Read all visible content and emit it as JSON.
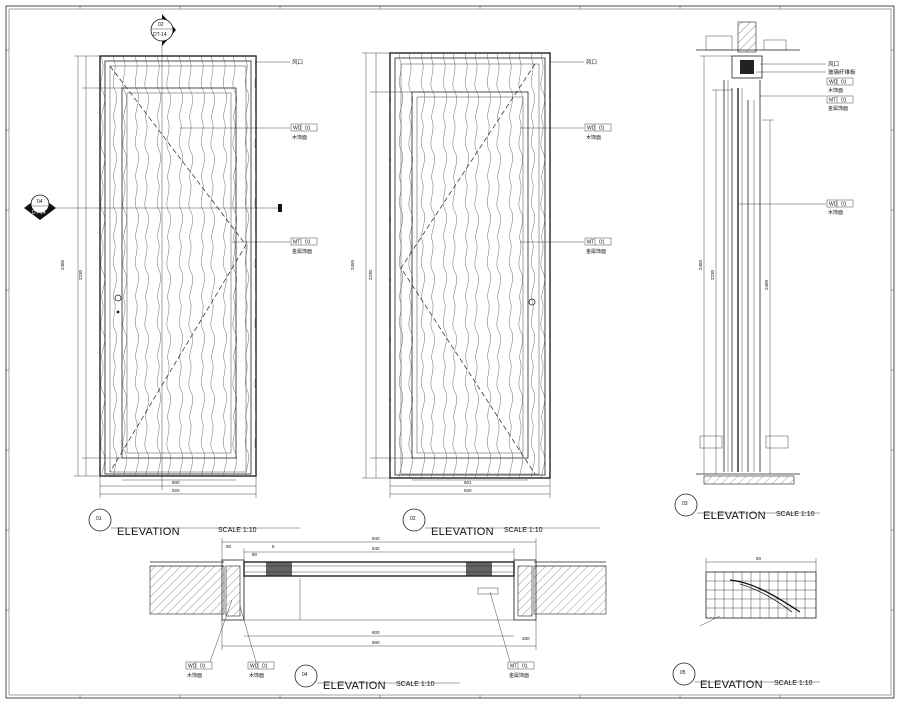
{
  "views": [
    {
      "number": "01",
      "title": "ELEVATION",
      "scale": "SCALE  1:10"
    },
    {
      "number": "02",
      "title": "ELEVATION",
      "scale": "SCALE  1:10"
    },
    {
      "number": "03",
      "title": "ELEVATION",
      "scale": "SCALE  1:10"
    },
    {
      "number": "04",
      "title": "ELEVATION",
      "scale": "SCALE  1:10"
    },
    {
      "number": "05",
      "title": "ELEVATION",
      "scale": "SCALE  1:10"
    }
  ],
  "callouts": {
    "top": {
      "num": "02",
      "ref": "DT-14"
    },
    "left": {
      "num": "04",
      "ref": "DT-14"
    }
  },
  "tags": {
    "wd": {
      "code": "WD",
      "num": "01",
      "label": "木饰面"
    },
    "mt": {
      "code": "MT",
      "num": "01",
      "label": "金属饰面"
    },
    "vent": "风口",
    "panel": "玻璃纤维板"
  },
  "dims": {
    "d01_height": "2400",
    "d01_inner": "2230",
    "d01_w_inner": "800",
    "d01_w_outer": "920",
    "d02_height": "2450",
    "d02_inner": "2230",
    "d02_w_inner": "801",
    "d02_w_outer": "920",
    "d03_height_a": "2450",
    "d03_height_b": "2230",
    "d03_height_c": "2400",
    "d04_top": "940",
    "d04_mid": "840",
    "d04_bot_inner": "800",
    "d04_bot_outer": "900",
    "d04_left": "50",
    "d04_right": "250",
    "d04_a": "80",
    "d04_b": "5",
    "d05_w": "50"
  }
}
